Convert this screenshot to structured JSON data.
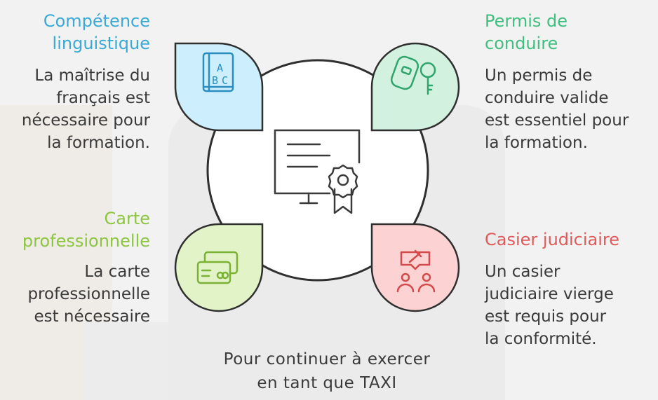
{
  "colors": {
    "blue": "#3aa9d6",
    "green": "#3fbf7f",
    "lime": "#8cc63f",
    "red": "#e05a5a",
    "text": "#3a3a3a"
  },
  "center": {
    "icon": "certificate-icon"
  },
  "quadrants": [
    {
      "id": "top-left",
      "title_lines": [
        "Compétence",
        "linguistique"
      ],
      "desc_lines": [
        "La maîtrise du",
        "français est",
        "nécessaire pour",
        "la formation."
      ],
      "icon": "abc-book-icon"
    },
    {
      "id": "top-right",
      "title_lines": [
        "Permis de",
        "conduire"
      ],
      "desc_lines": [
        "Un permis de",
        "conduire valide",
        "est essentiel pour",
        "la formation."
      ],
      "icon": "car-key-icon"
    },
    {
      "id": "bottom-left",
      "title_lines": [
        "Carte",
        "professionnelle"
      ],
      "desc_lines": [
        "La carte",
        "professionnelle",
        "est nécessaire"
      ],
      "icon": "card-icon"
    },
    {
      "id": "bottom-right",
      "title_lines": [
        "Casier judiciaire"
      ],
      "desc_lines": [
        "Un casier",
        "judiciaire vierge",
        "est requis pour",
        "la conformité."
      ],
      "icon": "gavel-people-icon"
    }
  ],
  "caption_lines": [
    "Pour continuer à exercer",
    "en tant que TAXI"
  ]
}
